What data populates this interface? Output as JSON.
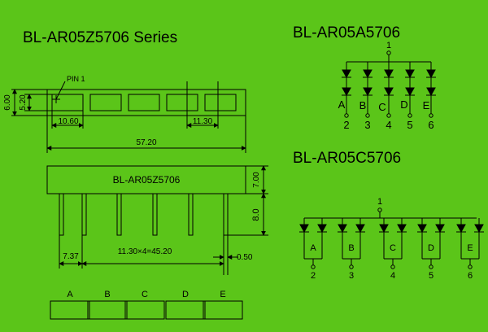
{
  "colors": {
    "background": "#5bc519",
    "ink": "#000000"
  },
  "series_title": "BL-AR05Z5706 Series",
  "left_drawing": {
    "pin1_label": "PIN 1",
    "dim_height_outer": "6.00",
    "dim_height_inner": "5.20",
    "dim_segment_width": "10.60",
    "dim_pitch": "11.30",
    "dim_total_width": "57.20",
    "body_label": "BL-AR05Z5706",
    "dim_body_height": "7.00",
    "dim_pin_length": "8.0",
    "dim_edge_to_pin": "7.37",
    "dim_pin_span": "11.30×4=45.20",
    "dim_pin_width": "0.50",
    "segment_letters": [
      "A",
      "B",
      "C",
      "D",
      "E"
    ]
  },
  "circuit_a": {
    "title": "BL-AR05A5706",
    "common_pin": "1",
    "segment_letters": [
      "A",
      "B",
      "C",
      "D",
      "E"
    ],
    "pin_numbers": [
      "2",
      "3",
      "4",
      "5",
      "6"
    ]
  },
  "circuit_c": {
    "title": "BL-AR05C5706",
    "common_pin": "1",
    "segment_letters": [
      "A",
      "B",
      "C",
      "D",
      "E"
    ],
    "pin_numbers": [
      "2",
      "3",
      "4",
      "5",
      "6"
    ]
  }
}
